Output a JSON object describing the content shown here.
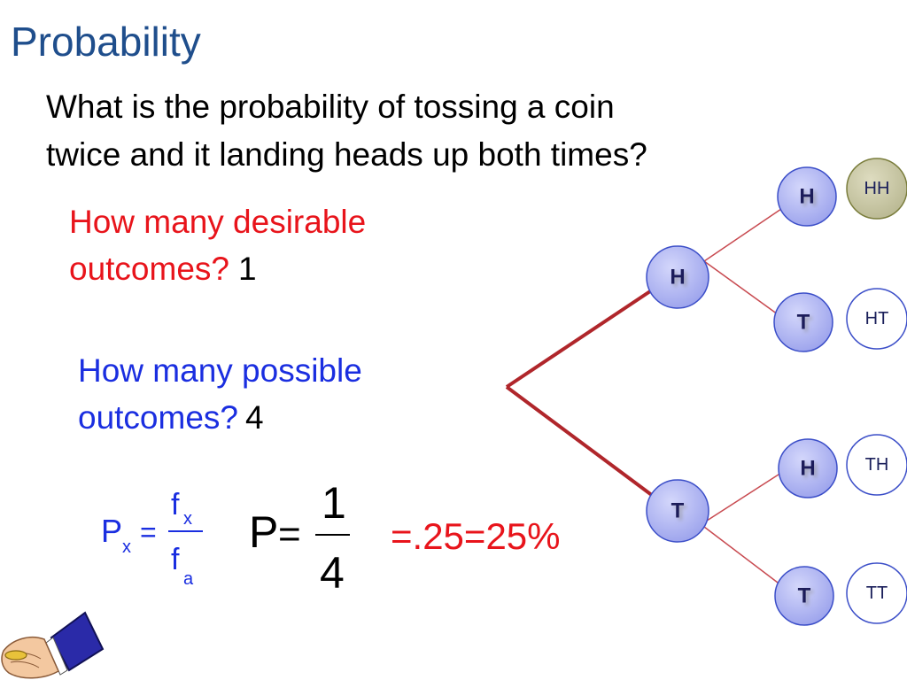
{
  "title": "Probability",
  "question": {
    "line1": "What is the probability of tossing a coin",
    "line2": "twice and it landing heads up both times?"
  },
  "desirable": {
    "line1": "How many desirable",
    "line2": "outcomes?",
    "answer": "1"
  },
  "possible": {
    "line1": "How many possible",
    "line2": "outcomes?",
    "answer": "4"
  },
  "formula": {
    "p": "P",
    "p_sub": "x",
    "eq": "=",
    "num": "f",
    "num_sub": "x",
    "den": "f",
    "den_sub": "a"
  },
  "result": {
    "p": "P",
    "eq": "=",
    "num": "1",
    "den": "4",
    "value": "=.25=25%"
  },
  "tree": {
    "first": [
      {
        "label": "H"
      },
      {
        "label": "T"
      }
    ],
    "second": [
      {
        "label": "H"
      },
      {
        "label": "T"
      },
      {
        "label": "H"
      },
      {
        "label": "T"
      }
    ],
    "outcomes": [
      {
        "label": "HH"
      },
      {
        "label": "HT"
      },
      {
        "label": "TH"
      },
      {
        "label": "TT"
      }
    ]
  },
  "colors": {
    "title": "#1f4e8c",
    "red_text": "#e8141b",
    "blue_text": "#1a2ee0",
    "node_fill": "#a9aef0",
    "node_stroke": "#3b4ec8",
    "outcome_fill": "#ffffff",
    "highlight_fill": "#c9c9a4",
    "branch_line": "#b0262b"
  }
}
